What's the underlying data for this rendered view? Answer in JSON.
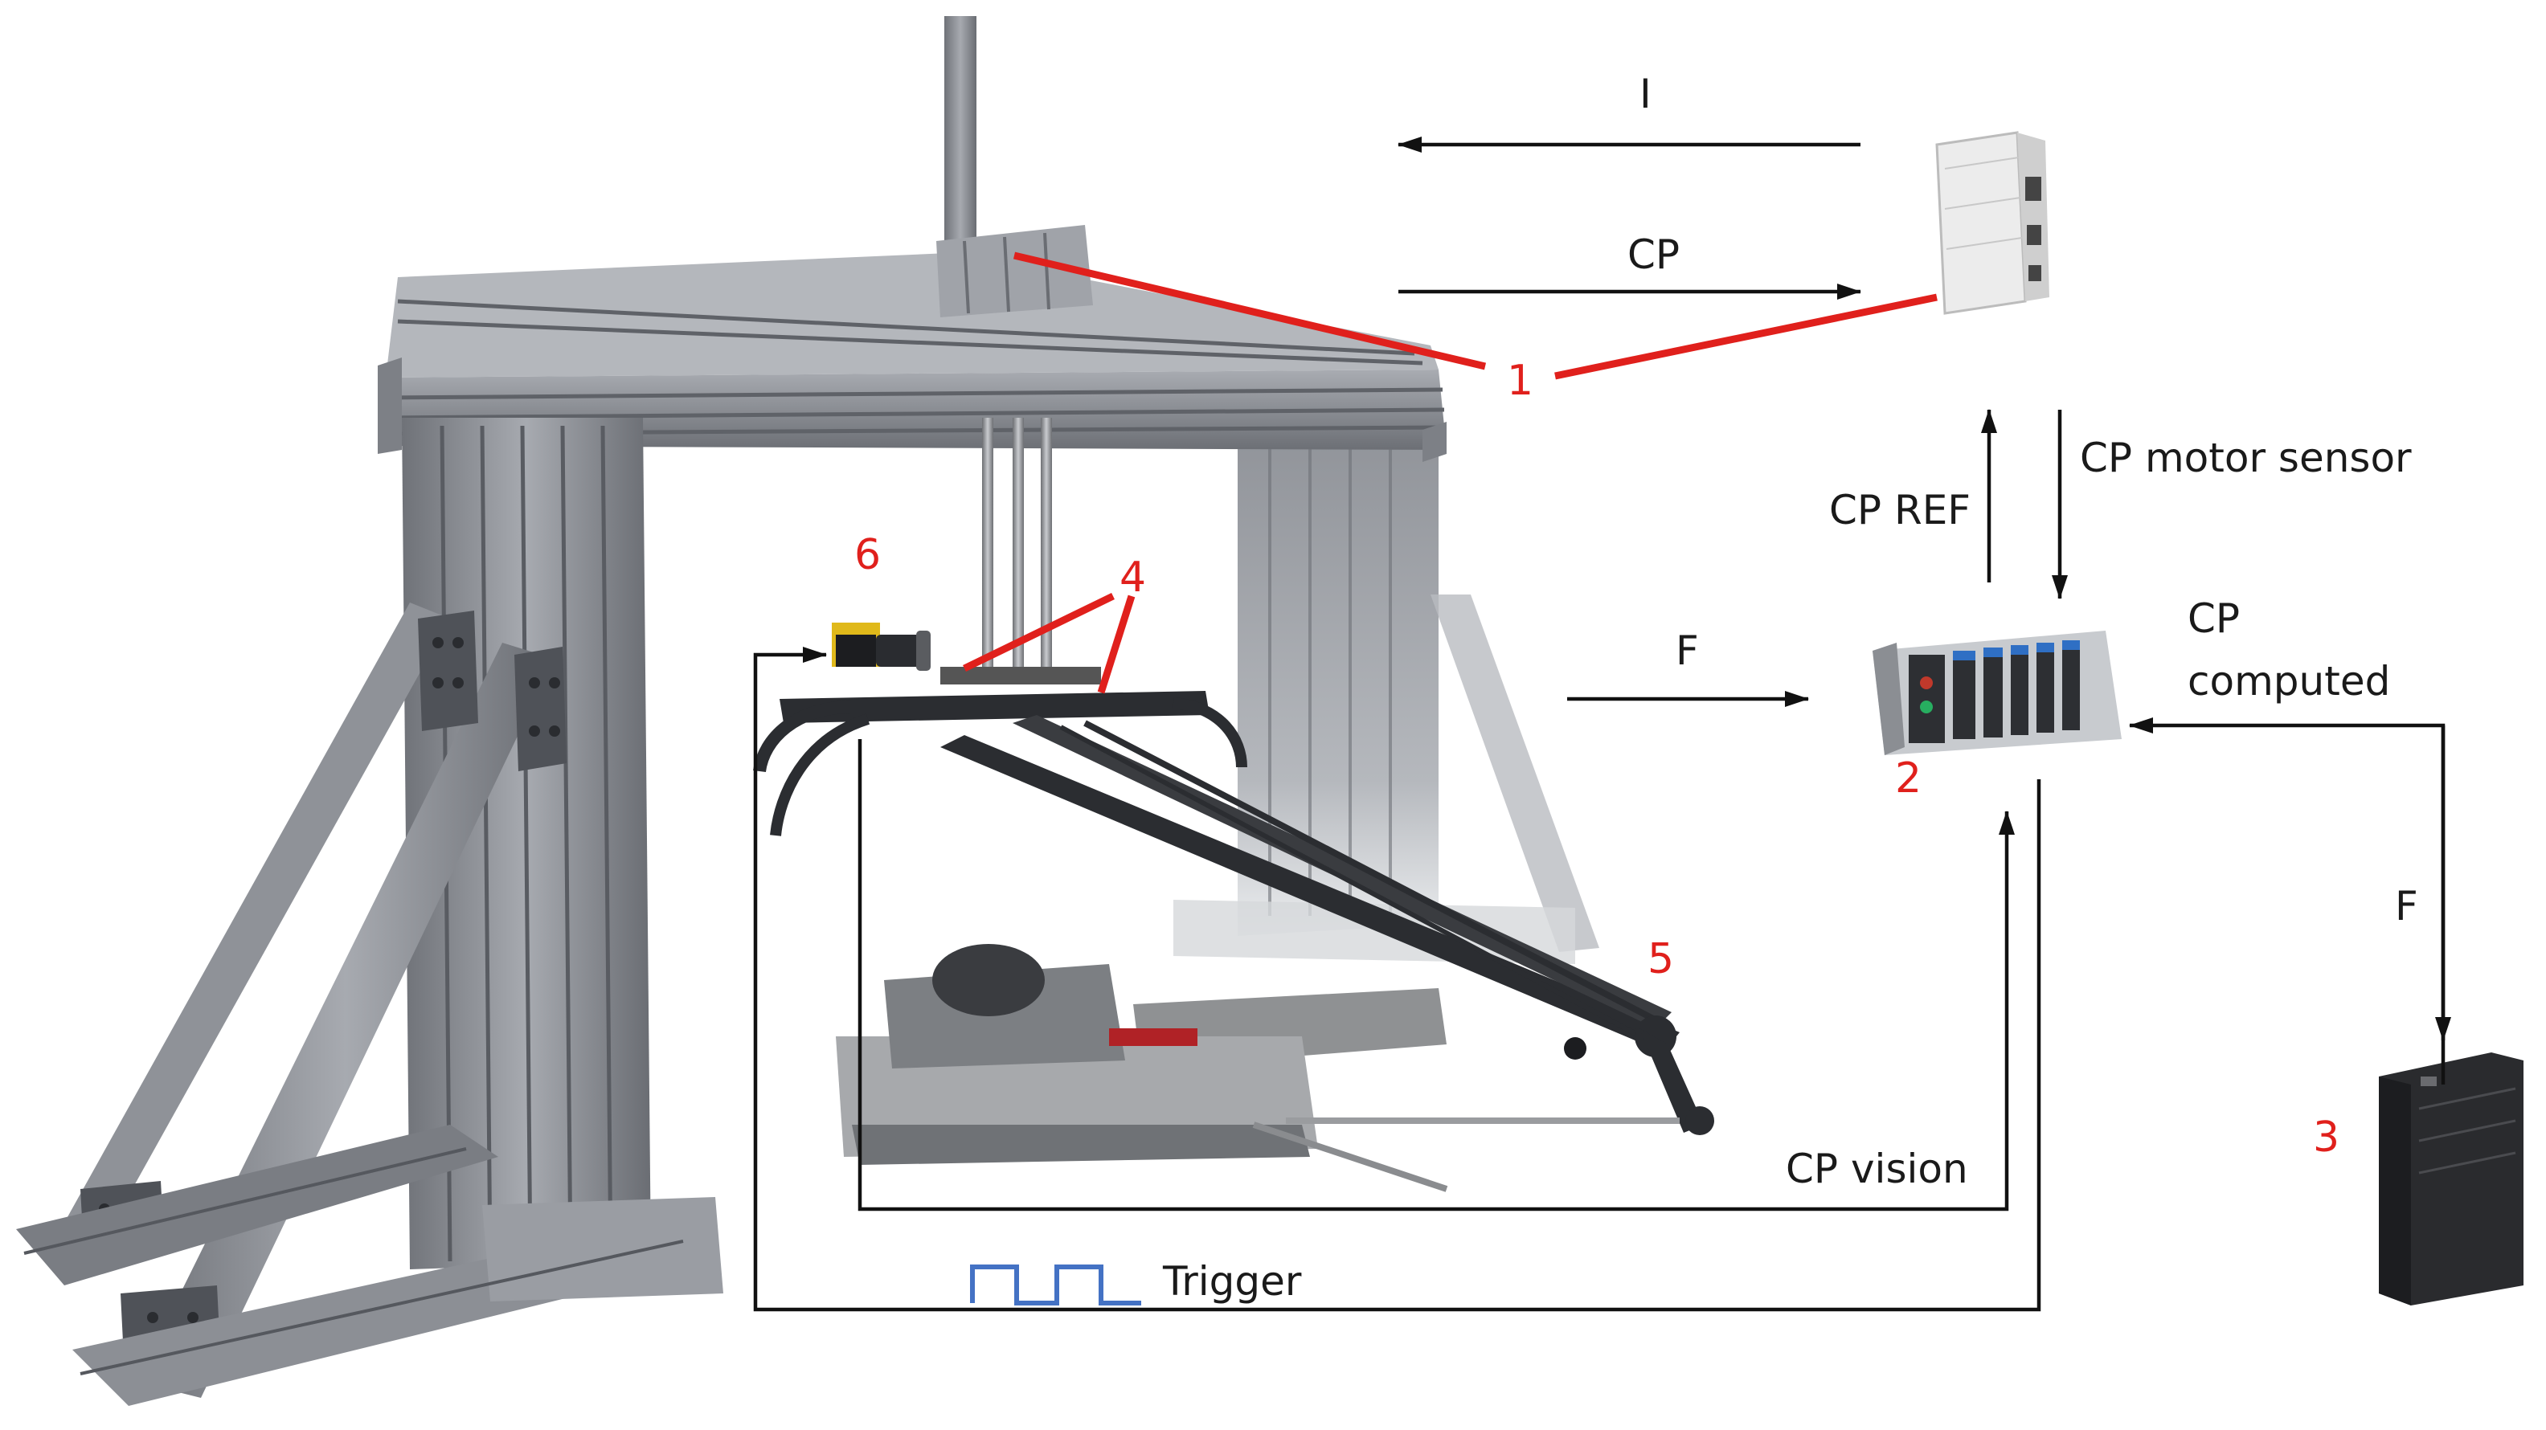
{
  "labels": {
    "i_arrow": "I",
    "cp_arrow": "CP",
    "cp_motor_sensor": "CP motor sensor",
    "cp_ref": "CP REF",
    "f_to_controller": "F",
    "cp_computed_1": "CP",
    "cp_computed_2": "computed",
    "f_to_pc": "F",
    "cp_vision": "CP vision",
    "trigger": "Trigger"
  },
  "callouts": {
    "n1": "1",
    "n2": "2",
    "n3": "3",
    "n4": "4",
    "n5": "5",
    "n6": "6"
  },
  "colors": {
    "callout": "#e0201c",
    "arrow": "#111111",
    "trigger_wave": "#4472c4",
    "frame_steel": "#8e9197",
    "frame_steel_dark": "#5d6066",
    "pantograph_arm": "#2b2d31"
  }
}
